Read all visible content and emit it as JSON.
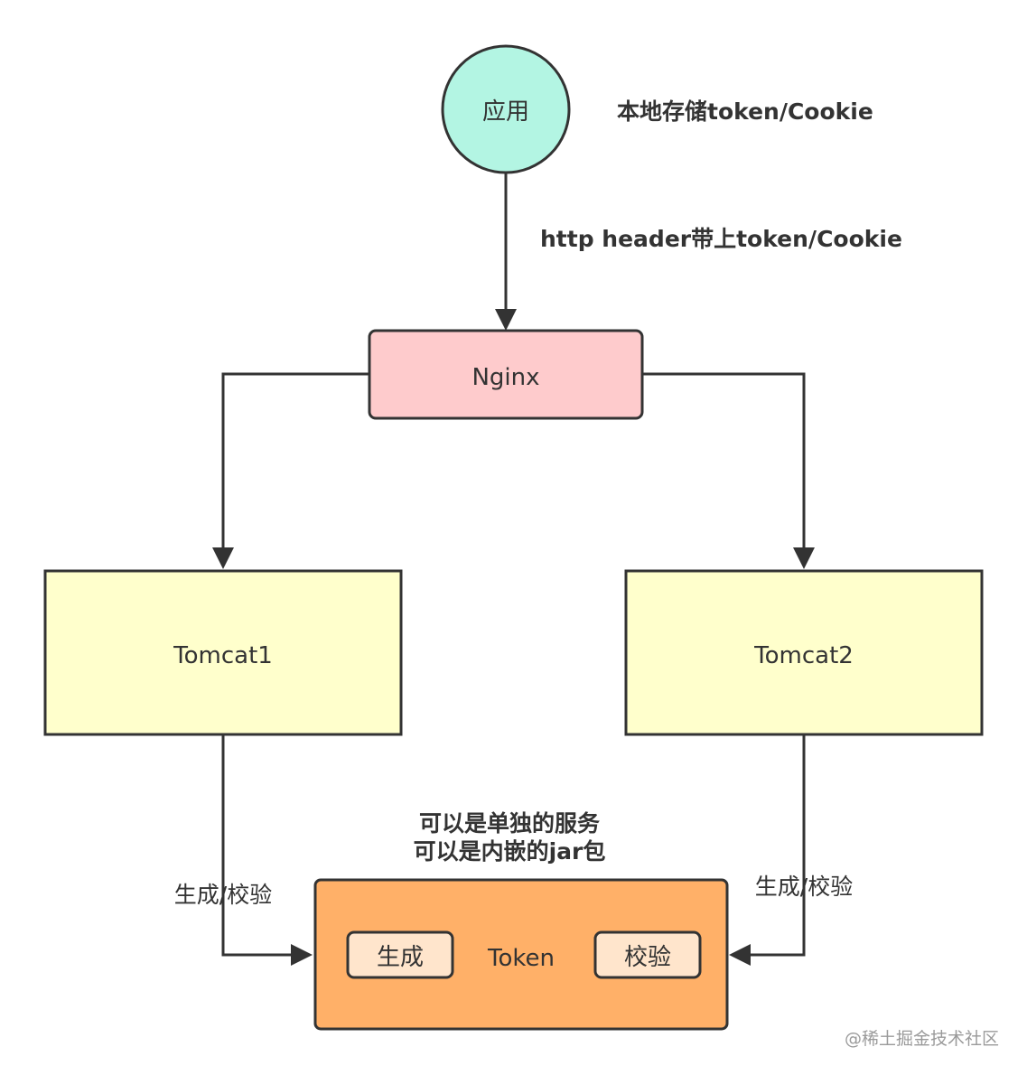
{
  "nodes": {
    "app": {
      "label": "应用",
      "color": "#b3f5e3"
    },
    "nginx": {
      "label": "Nginx",
      "color": "#fecbcc"
    },
    "tomcat1": {
      "label": "Tomcat1",
      "color": "#ffffcc"
    },
    "tomcat2": {
      "label": "Tomcat2",
      "color": "#ffffcc"
    },
    "token": {
      "label": "Token",
      "color": "#ffb068",
      "generate_label": "生成",
      "verify_label": "校验",
      "sub_color": "#ffe5cc"
    }
  },
  "annotations": {
    "local_storage": "本地存储token/Cookie",
    "http_header": "http header带上token/Cookie",
    "service_line1": "可以是单独的服务",
    "service_line2": "可以是内嵌的jar包",
    "left_edge": "生成/校验",
    "right_edge": "生成/校验"
  },
  "watermark": "@稀土掘金技术社区",
  "colors": {
    "stroke": "#333333",
    "text": "#333333"
  }
}
